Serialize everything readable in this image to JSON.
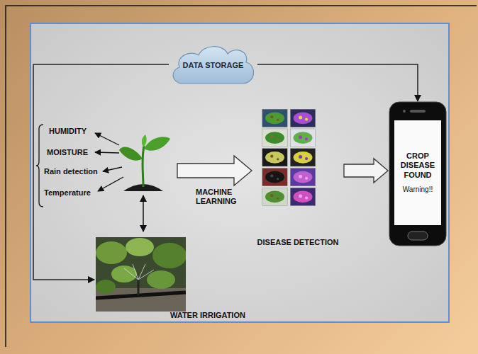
{
  "diagram": {
    "nodes": [
      {
        "text": [
          "DATA STORAGE"
        ]
      },
      {
        "text": [
          "DISEASE DETECTION"
        ]
      },
      {
        "text": [
          "WATER IRRIGATION"
        ]
      },
      {
        "text": [
          "CROP DISEASE FOUND",
          "Warning!!"
        ]
      }
    ],
    "edges": [
      {
        "from": 0,
        "to": 3,
        "arrow": "to"
      },
      {
        "from": 0,
        "to": 2,
        "arrow": "to"
      },
      {
        "from": 1,
        "to": 3,
        "arrow": "to"
      }
    ],
    "labels": [
      "HUMIDITY",
      "MOISTURE",
      "Rain detection",
      "Temperature",
      "MACHINE LEARNING"
    ]
  }
}
